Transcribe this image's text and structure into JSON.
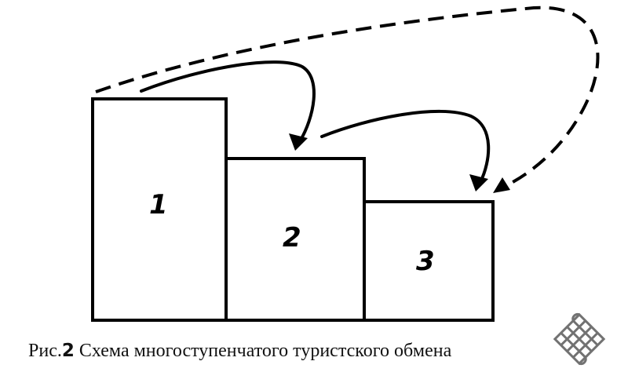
{
  "steps": [
    {
      "label": "1"
    },
    {
      "label": "2"
    },
    {
      "label": "3"
    }
  ],
  "caption": {
    "prefix": "Рис.",
    "number": "2",
    "text": " Схема многоступенчатого туристского обмена"
  },
  "colors": {
    "line": "#000000",
    "background": "#ffffff"
  },
  "watermark_icon": "endless-knot-icon"
}
